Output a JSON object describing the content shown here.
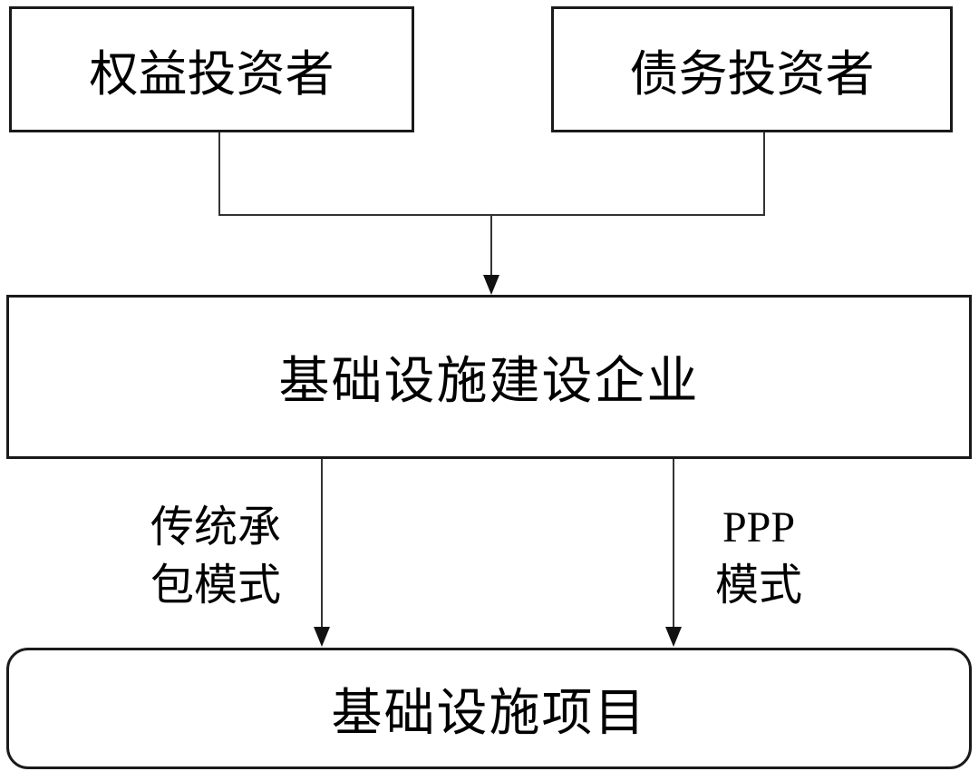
{
  "diagram": {
    "nodes": {
      "equity_investor": {
        "label": "权益投资者"
      },
      "debt_investor": {
        "label": "债务投资者"
      },
      "enterprise": {
        "label": "基础设施建设企业"
      },
      "project": {
        "label": "基础设施项目"
      }
    },
    "edge_labels": {
      "traditional": {
        "line1": "传统承",
        "line2": "包模式"
      },
      "ppp": {
        "line1": "PPP",
        "line2": "模式"
      }
    },
    "colors": {
      "line": "#333333",
      "arrowhead": "#111111",
      "border": "#1a1a1a",
      "background": "#ffffff",
      "text": "#000000"
    }
  }
}
